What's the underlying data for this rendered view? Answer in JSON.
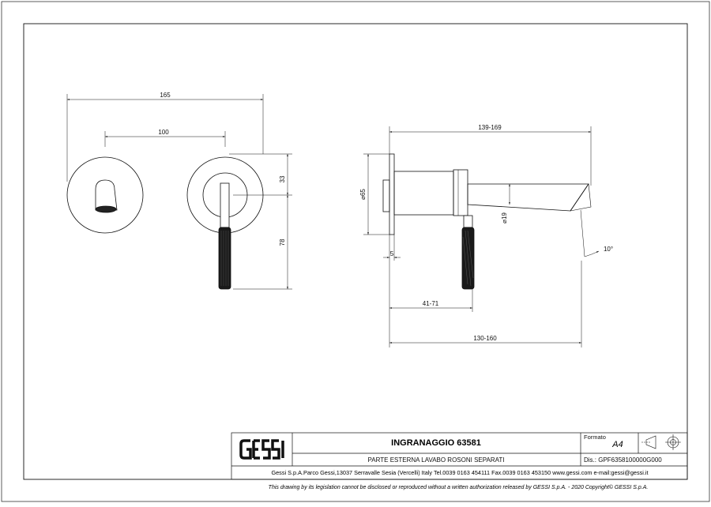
{
  "drawing": {
    "dims": {
      "width_total": "165",
      "center_distance": "100",
      "upper_height": "33",
      "lower_height": "78",
      "overall_reach": "139-169",
      "rosette_diameter": "⌀65",
      "spout_diameter": "⌀19",
      "spout_angle": "10°",
      "thickness": "5",
      "handle_reach": "41-71",
      "spout_reach": "130-160"
    }
  },
  "title_block": {
    "logo": "GESSI",
    "title": "INGRANAGGIO 63581",
    "subtitle": "PARTE ESTERNA LAVABO ROSONI SEPARATI",
    "format_label": "Formato",
    "format_value": "A4",
    "drawing_no": "Dis.: GPF6358100000G000",
    "address": "Gessi S.p.A.Parco Gessi,13037 Serravalle Sesia (Vercelli) Italy Tel.0039 0163 454111 Fax.0039 0163 453150 www.gessi.com e-mail:gessi@gessi.it",
    "notice": "This drawing by its legislation cannot be disclosed or reproduced without a written authorization released by GESSI S.p.A. - 2020 Copyright© GESSI S.p.A."
  }
}
